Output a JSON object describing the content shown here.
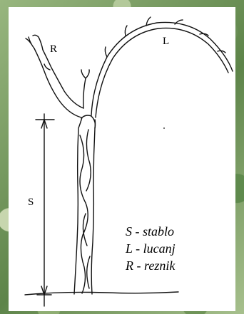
{
  "diagram": {
    "labels": {
      "reznik_short": "R",
      "lucanj_short": "L",
      "stablo_short": "S"
    },
    "legend": [
      "S - stablo",
      "L - lucanj",
      "R - reznik"
    ]
  }
}
